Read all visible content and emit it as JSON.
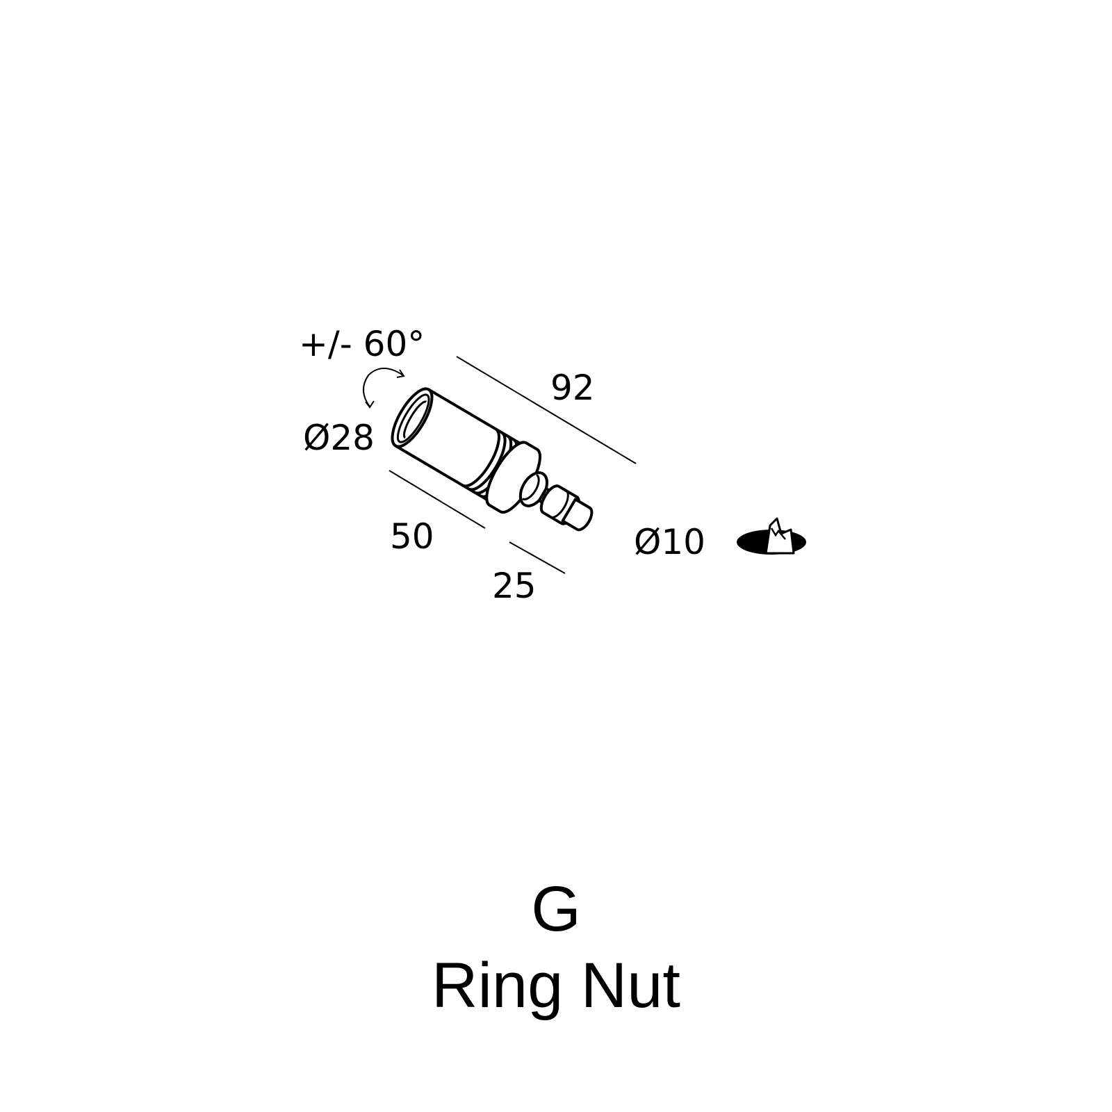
{
  "dimensions": {
    "tilt": "+/- 60°",
    "overall_length": "92",
    "head_diameter": "Ø28",
    "body_length": "50",
    "stem_length": "25",
    "stem_diameter": "Ø10"
  },
  "icons": {
    "rotation": "curved-rotation-arrow-icon",
    "installation": "recessed-ground-install-icon"
  },
  "product": {
    "variant_letter": "G",
    "variant_name": "Ring Nut"
  },
  "colors": {
    "ink": "#000000",
    "paper": "#ffffff"
  }
}
